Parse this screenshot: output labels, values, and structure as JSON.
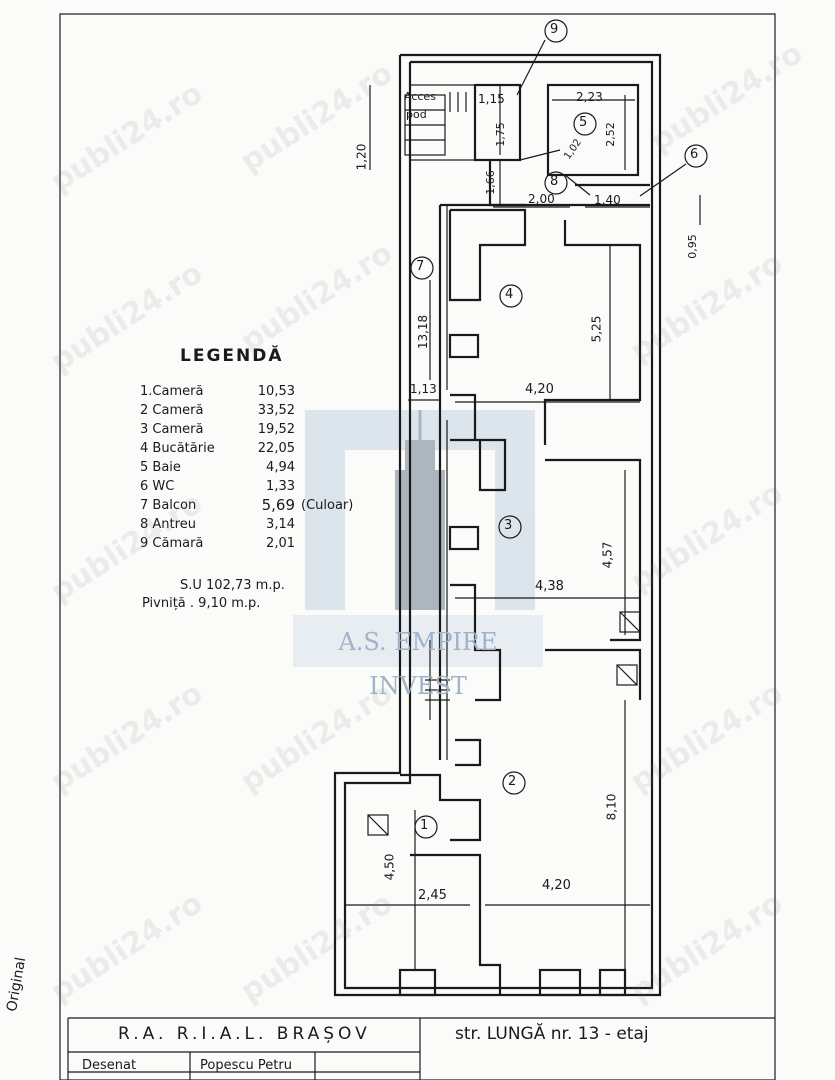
{
  "legend": {
    "title": "LEGENDĂ",
    "items": [
      {
        "name": "1.Cameră",
        "area": "10,53",
        "note": ""
      },
      {
        "name": "2 Cameră",
        "area": "33,52",
        "note": ""
      },
      {
        "name": "3 Cameră",
        "area": "19,52",
        "note": ""
      },
      {
        "name": "4 Bucătărie",
        "area": "22,05",
        "note": ""
      },
      {
        "name": "5 Baie",
        "area": "4,94",
        "note": ""
      },
      {
        "name": "6 WC",
        "area": "1,33",
        "note": ""
      },
      {
        "name": "7 Balcon",
        "area": "5,69",
        "note": "(Culoar)"
      },
      {
        "name": "8 Antreu",
        "area": "3,14",
        "note": ""
      },
      {
        "name": "9 Cămară",
        "area": "2,01",
        "note": ""
      }
    ],
    "su": "S.U 102,73 m.p.",
    "pivnita": "Pivniță . 9,10 m.p."
  },
  "plan": {
    "room_numbers": [
      "1",
      "2",
      "3",
      "4",
      "5",
      "6",
      "7",
      "8",
      "9"
    ],
    "access_label_1": "Acces",
    "access_label_2": "pod",
    "dims": {
      "d_1_15": "1,15",
      "d_2_23": "2,23",
      "d_1_75": "1,75",
      "d_2_52": "2,52",
      "d_1_20": "1,20",
      "d_1_02": "1,02",
      "d_1_66": "1,66",
      "d_2_00": "2,00",
      "d_1_40": "1,40",
      "d_0_95": "0,95",
      "d_13_18": "13,18",
      "d_5_25": "5,25",
      "d_1_13": "1,13",
      "d_4_20_a": "4,20",
      "d_4_57": "4,57",
      "d_4_38": "4,38",
      "d_8_10": "8,10",
      "d_4_50": "4,50",
      "d_2_45": "2,45",
      "d_4_20_b": "4,20"
    }
  },
  "logo": {
    "text": "A.S. EMPIRE INVEST"
  },
  "watermark": "publi24.ro",
  "title_block": {
    "left": "R.A. R.I.A.L. BRAȘOV",
    "right": "str. LUNGĂ nr. 13 - etaj",
    "row_label": "Desenat",
    "row_name": "Popescu Petru",
    "side_note": "Original"
  }
}
